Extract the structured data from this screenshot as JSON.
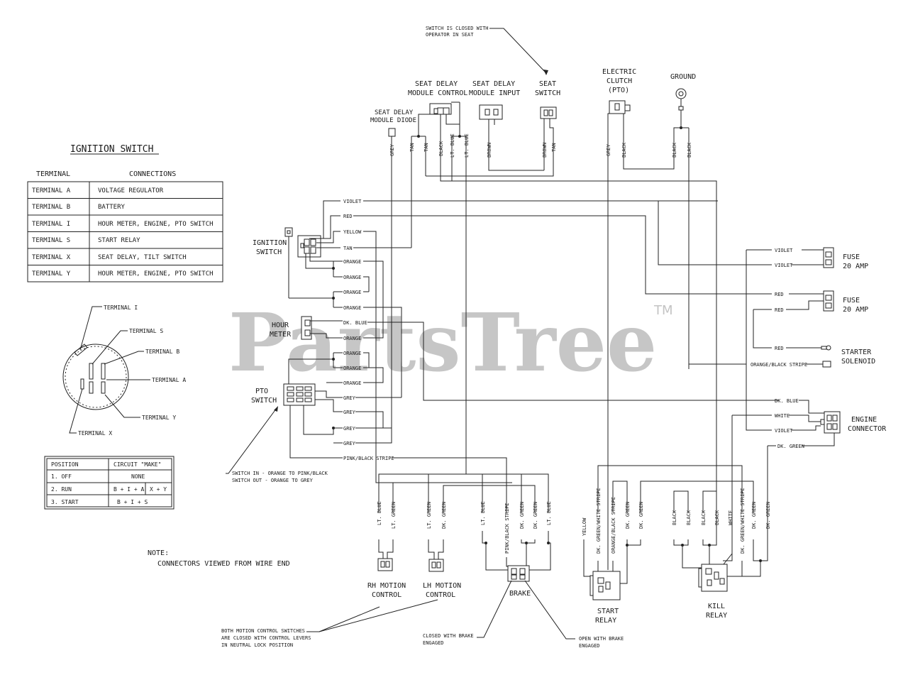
{
  "watermark": {
    "brand": "PartsTree",
    "tm": "TM"
  },
  "ignition_table": {
    "title": "IGNITION SWITCH",
    "col_terminal": "TERMINAL",
    "col_connections": "CONNECTIONS",
    "rows": [
      {
        "terminal": "TERMINAL  A",
        "connection": "VOLTAGE REGULATOR"
      },
      {
        "terminal": "TERMINAL  B",
        "connection": "BATTERY"
      },
      {
        "terminal": "TERMINAL  I",
        "connection": "HOUR METER, ENGINE, PTO SWITCH"
      },
      {
        "terminal": "TERMINAL  S",
        "connection": "START RELAY"
      },
      {
        "terminal": "TERMINAL  X",
        "connection": "SEAT DELAY, TILT SWITCH"
      },
      {
        "terminal": "TERMINAL  Y",
        "connection": "HOUR METER, ENGINE, PTO SWITCH"
      }
    ]
  },
  "switch_face": {
    "terminal_i": "TERMINAL I",
    "terminal_s": "TERMINAL S",
    "terminal_b": "TERMINAL B",
    "terminal_a": "TERMINAL A",
    "terminal_y": "TERMINAL Y",
    "terminal_x": "TERMINAL X"
  },
  "position_table": {
    "col_position": "POSITION",
    "col_circuit": "CIRCUIT \"MAKE\"",
    "rows": [
      {
        "position": "1. OFF",
        "circuit": "NONE",
        "circuit2": ""
      },
      {
        "position": "2. RUN",
        "circuit": "B + I + A",
        "circuit2": "X + Y"
      },
      {
        "position": "3. START",
        "circuit": "B + I + S",
        "circuit2": ""
      }
    ]
  },
  "note": {
    "title": "NOTE:",
    "text": "CONNECTORS VIEWED FROM WIRE END"
  },
  "top_labels": {
    "seat_switch_note_1": "SWITCH IS CLOSED WITH",
    "seat_switch_note_2": "OPERATOR IN SEAT",
    "seat_delay_control_1": "SEAT DELAY",
    "seat_delay_control_2": "MODULE CONTROL",
    "seat_delay_input_1": "SEAT DELAY",
    "seat_delay_input_2": "MODULE INPUT",
    "seat_switch_1": "SEAT",
    "seat_switch_2": "SWITCH",
    "seat_diode_1": "SEAT DELAY",
    "seat_diode_2": "MODULE DIODE",
    "clutch_1": "ELECTRIC",
    "clutch_2": "CLUTCH",
    "clutch_3": "(PTO)",
    "ground": "GROUND"
  },
  "top_wires": {
    "grey": "GREY",
    "tan_a": "TAN",
    "tan_b": "TAN",
    "black": "BLACK",
    "lt_blue_a": "LT. BLUE",
    "lt_blue_b": "LT. BLUE",
    "brown_a": "BROWN",
    "brown_b": "BROWN",
    "tan_c": "TAN",
    "grey_clutch": "GREY",
    "black_clutch": "BLACK",
    "black_ground_a": "BLACK",
    "black_ground_b": "BLACK"
  },
  "components": {
    "ignition_1": "IGNITION",
    "ignition_2": "SWITCH",
    "hour_1": "HOUR",
    "hour_2": "METER",
    "pto_1": "PTO",
    "pto_2": "SWITCH",
    "fuse_a_1": "FUSE",
    "fuse_a_2": "20 AMP",
    "fuse_b_1": "FUSE",
    "fuse_b_2": "20 AMP",
    "starter_1": "STARTER",
    "starter_2": "SOLENOID",
    "engine_1": "ENGINE",
    "engine_2": "CONNECTOR",
    "rh_1": "RH MOTION",
    "rh_2": "CONTROL",
    "lh_1": "LH MOTION",
    "lh_2": "CONTROL",
    "brake": "BRAKE",
    "start_relay_1": "START",
    "start_relay_2": "RELAY",
    "kill_relay_1": "KILL",
    "kill_relay_2": "RELAY"
  },
  "harness_wires": {
    "violet": "VIOLET",
    "red": "RED",
    "yellow": "YELLOW",
    "tan": "TAN",
    "orange_1": "ORANGE",
    "orange_2": "ORANGE",
    "orange_3": "ORANGE",
    "orange_4": "ORANGE",
    "dk_blue": "DK. BLUE",
    "orange_5": "ORANGE",
    "orange_6": "ORANGE",
    "orange_7": "ORANGE",
    "orange_8": "ORANGE",
    "grey_1": "GREY",
    "grey_2": "GREY",
    "grey_3": "GREY",
    "grey_4": "GREY",
    "pink_black": "PINK/BLACK STRIPE"
  },
  "pto_note_1": "SWITCH IN - ORANGE TO PINK/BLACK",
  "pto_note_2": "SWITCH OUT - ORANGE TO GREY",
  "right_wires": {
    "violet_a": "VIOLET",
    "violet_b": "VIOLET",
    "red_a": "RED",
    "red_b": "RED",
    "red_c": "RED",
    "orange_black": "ORANGE/BLACK STRIPE",
    "dk_blue": "DK. BLUE",
    "white": "WHITE",
    "violet_c": "VIOLET",
    "dk_green": "DK. GREEN"
  },
  "bottom_wires": [
    "LT. BLUE",
    "LT. GREEN",
    "LT. GREEN",
    "DK. GREEN",
    "LT. BLUE",
    "PINK/BLACK STRIPE",
    "DK. GREEN",
    "DK. GREEN",
    "LT. BLUE",
    "YELLOW",
    "DK. GREEN/WHITE STRIPE",
    "ORANGE/BLACK STRIPE",
    "DK. GREEN",
    "DK. GREEN",
    "BLACK",
    "BLACK",
    "BLACK",
    "BLACK",
    "WHITE",
    "DK. GREEN/WHITE STRIPE",
    "DK. GREEN",
    "DK. GREEN"
  ],
  "bottom_notes": {
    "motion_1": "BOTH MOTION CONTROL SWITCHES",
    "motion_2": "ARE CLOSED WITH CONTROL LEVERS",
    "motion_3": "IN NEUTRAL LOCK POSITION",
    "closed_1": "CLOSED WITH BRAKE",
    "closed_2": "ENGAGED",
    "open_1": "OPEN WITH BRAKE",
    "open_2": "ENGAGED"
  }
}
